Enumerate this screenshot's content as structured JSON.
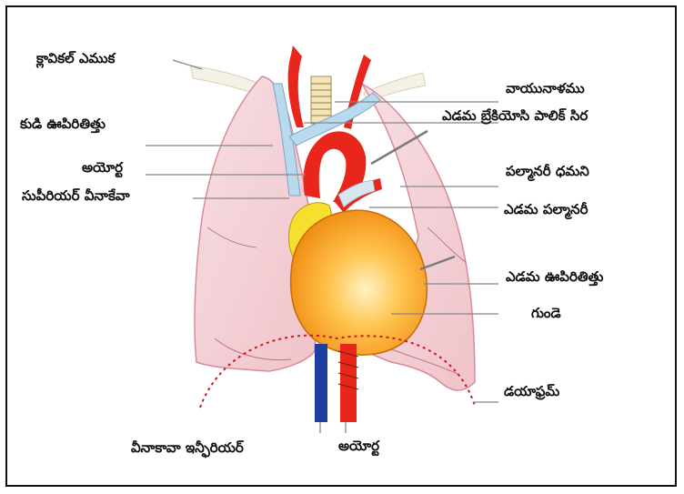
{
  "labels": {
    "clavicle": "క్లావికల్ ఎముక",
    "trachea": "వాయునాళము",
    "right_lung": "కుడి ఊపిరితిత్తు",
    "left_brachiocephalic_vein": "ఎడమ బ్రేకియోసి పాలిక్ సిర",
    "aorta_top": "అయోర్ట",
    "pulmonary_artery": "పల్మానరీ ధమని",
    "superior_vena_cava": "సుపీరియర్ వీనాకేవా",
    "left_pulmonary": "ఎడమ పల్మానరీ",
    "left_lung": "ఎడమ ఊపిరితిత్తు",
    "heart": "గుండె",
    "diaphragm": "డయాఫ్రమ్",
    "inferior_vena_cava": "వీనాకావా ఇన్ఫీరియర్",
    "aorta_bottom": "అయోర్ట"
  },
  "colors": {
    "lung_fill": "#f3d2d6",
    "lung_edge": "#d98a9a",
    "heart_fill": "#f6a21e",
    "heart_highlight": "#ffe7a8",
    "aorta": "#e8261b",
    "vein_blue": "#b9d9ee",
    "vena_cava_dark": "#1f3fa0",
    "diaphragm_dash": "#d01616"
  }
}
